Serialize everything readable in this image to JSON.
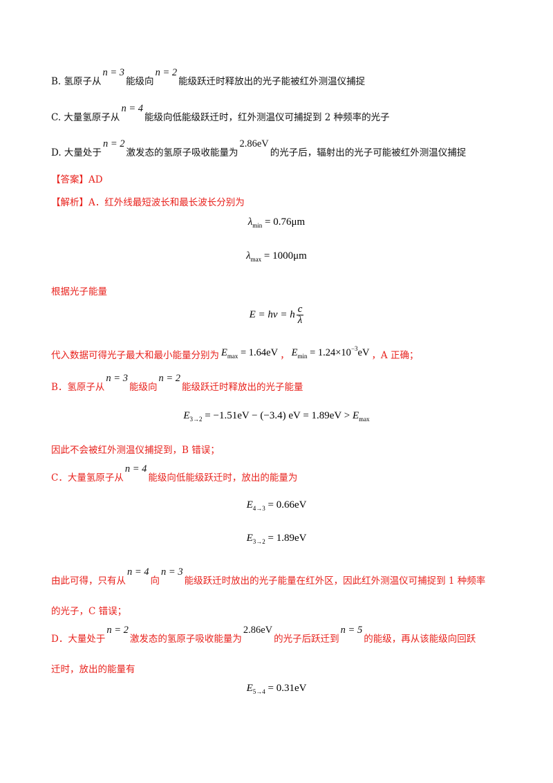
{
  "options": {
    "B": {
      "p1": "B.  氢原子从",
      "m1": "n = 3",
      "p2": "能级向",
      "m2": "n = 2",
      "p3": "能级跃迁时释放出的光子能被红外测温仪捕捉"
    },
    "C": {
      "p1": "C.  大量氢原子从",
      "m1": "n = 4",
      "p2": "能级向低能级跃迁时，红外测温仪可捕捉到 2 种频率的光子"
    },
    "D": {
      "p1": "D.  大量处于",
      "m1": "n = 2",
      "p2": "激发态的氢原子吸收能量为",
      "m2": "2.86eV",
      "p3": "的光子后，辐射出的光子可能被红外测温仪捕捉"
    }
  },
  "answer": "【答案】AD",
  "analysis": {
    "intro": "【解析】A．红外线最短波长和最长波长分别为",
    "lambda_min": {
      "sym": "λ",
      "sub": "min",
      "rhs": "= 0.76μm"
    },
    "lambda_max": {
      "sym": "λ",
      "sub": "max",
      "rhs": "= 1000μm"
    },
    "photon_energy": "根据光子能量",
    "energy_eq": {
      "lhs": "E = hν = h",
      "num": "c",
      "den": "λ"
    },
    "substitute": {
      "p1": "代入数据可得光子最大和最小能量分别为",
      "e1_sub": "max",
      "e1_rhs": "= 1.64eV",
      "sep": "，",
      "e2_sub": "min",
      "e2_rhs": "= 1.24×10",
      "e2_exp": "−3",
      "e2_unit": "eV",
      "p2": "，A 正确；"
    },
    "b_line": {
      "p1": "B．氢原子从",
      "m1": "n = 3",
      "p2": "能级向",
      "m2": "n = 2",
      "p3": "能级跃迁时释放出的光子能量"
    },
    "e32_long": {
      "sub": "3→2",
      "rhs": "= −1.51eV − (−3.4) eV = 1.89eV > ",
      "sub2": "max"
    },
    "b_conclusion": "因此不会被红外测温仪捕捉到，B 错误；",
    "c_line": {
      "p1": "C．大量氢原子从",
      "m1": "n = 4",
      "p2": "能级向低能级跃迁时，放出的能量为"
    },
    "e43": {
      "sub": "4→3",
      "rhs": "= 0.66eV"
    },
    "e32": {
      "sub": "3→2",
      "rhs": "= 1.89eV"
    },
    "c_conclusion": {
      "p1": "由此可得，只有从",
      "m1": "n = 4",
      "p2": "向",
      "m2": "n = 3",
      "p3": "能级跃迁时放出的光子能量在红外区，因此红外测温仪可捕捉到 1 种频率"
    },
    "c_conclusion2": "的光子，C 错误；",
    "d_line": {
      "p1": "D．大量处于",
      "m1": "n = 2",
      "p2": "激发态的氢原子吸收能量为",
      "m2": "2.86eV",
      "p3": "的光子后跃迁到",
      "m3": "n = 5",
      "p4": "的能级，再从该能级向回跃"
    },
    "d_line2": "迁时，放出的能量有",
    "e54": {
      "sub": "5→4",
      "rhs": "= 0.31eV"
    }
  }
}
